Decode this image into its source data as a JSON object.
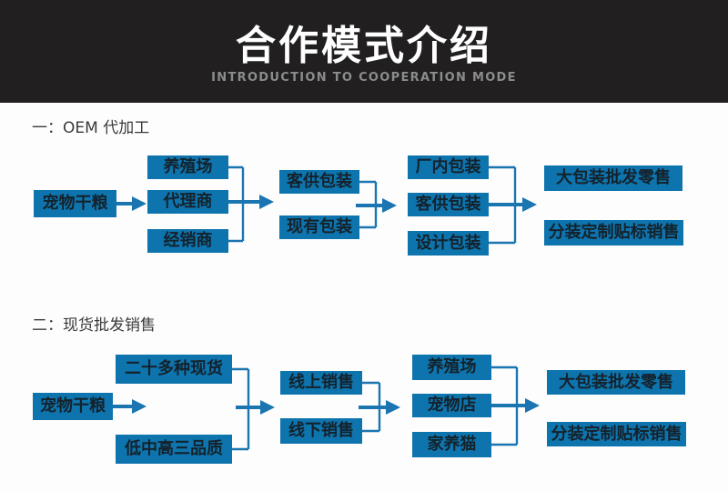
{
  "header": {
    "title": "合作模式介绍",
    "subtitle": "INTRODUCTION TO COOPERATION MODE"
  },
  "section1": {
    "heading": "一：OEM 代加工",
    "source": "宠物干粮",
    "col2": [
      "养殖场",
      "代理商",
      "经销商"
    ],
    "col3": [
      "客供包装",
      "现有包装"
    ],
    "col4": [
      "厂内包装",
      "客供包装",
      "设计包装"
    ],
    "col5": [
      "大包装批发零售",
      "分装定制贴标销售"
    ]
  },
  "section2": {
    "heading": "二：现货批发销售",
    "source": "宠物干粮",
    "col2": [
      "二十多种现货",
      "低中高三品质"
    ],
    "col3": [
      "线上销售",
      "线下销售"
    ],
    "col4": [
      "养殖场",
      "宠物店",
      "家养猫"
    ],
    "col5": [
      "大包装批发零售",
      "分装定制贴标销售"
    ]
  },
  "colors": {
    "banner_background": "#211f1f",
    "banner_title": "#ffffff",
    "banner_subtitle": "#8c8c8c",
    "node_fill": "#0e74ad",
    "node_text": "#14222c",
    "connector": "#1a75b0",
    "page_background": "#fdfdfd"
  }
}
